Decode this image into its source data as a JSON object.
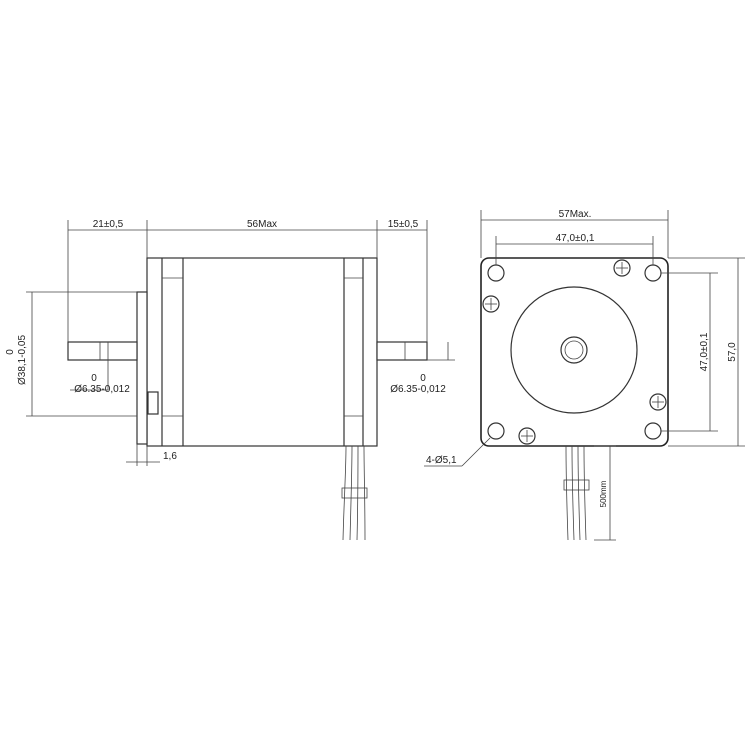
{
  "side_view": {
    "dim_front_shaft": "21±0,5",
    "dim_body_length": "56Max",
    "dim_rear_shaft": "15±0,5",
    "pilot_tol": "0",
    "pilot_dia": "Ø38,1-0,05",
    "front_shaft_tol": "0",
    "front_shaft_dia": "Ø6.35-0,012",
    "rear_shaft_tol": "0",
    "rear_shaft_dia": "Ø6.35-0,012",
    "flange_thickness": "1,6"
  },
  "front_view": {
    "dim_overall_width": "57Max.",
    "dim_hole_spacing_h": "47,0±0,1",
    "dim_hole_spacing_v": "47,0±0,1",
    "dim_overall_height": "57,0",
    "hole_callout": "4-Ø5,1",
    "lead_length": "500mm"
  }
}
